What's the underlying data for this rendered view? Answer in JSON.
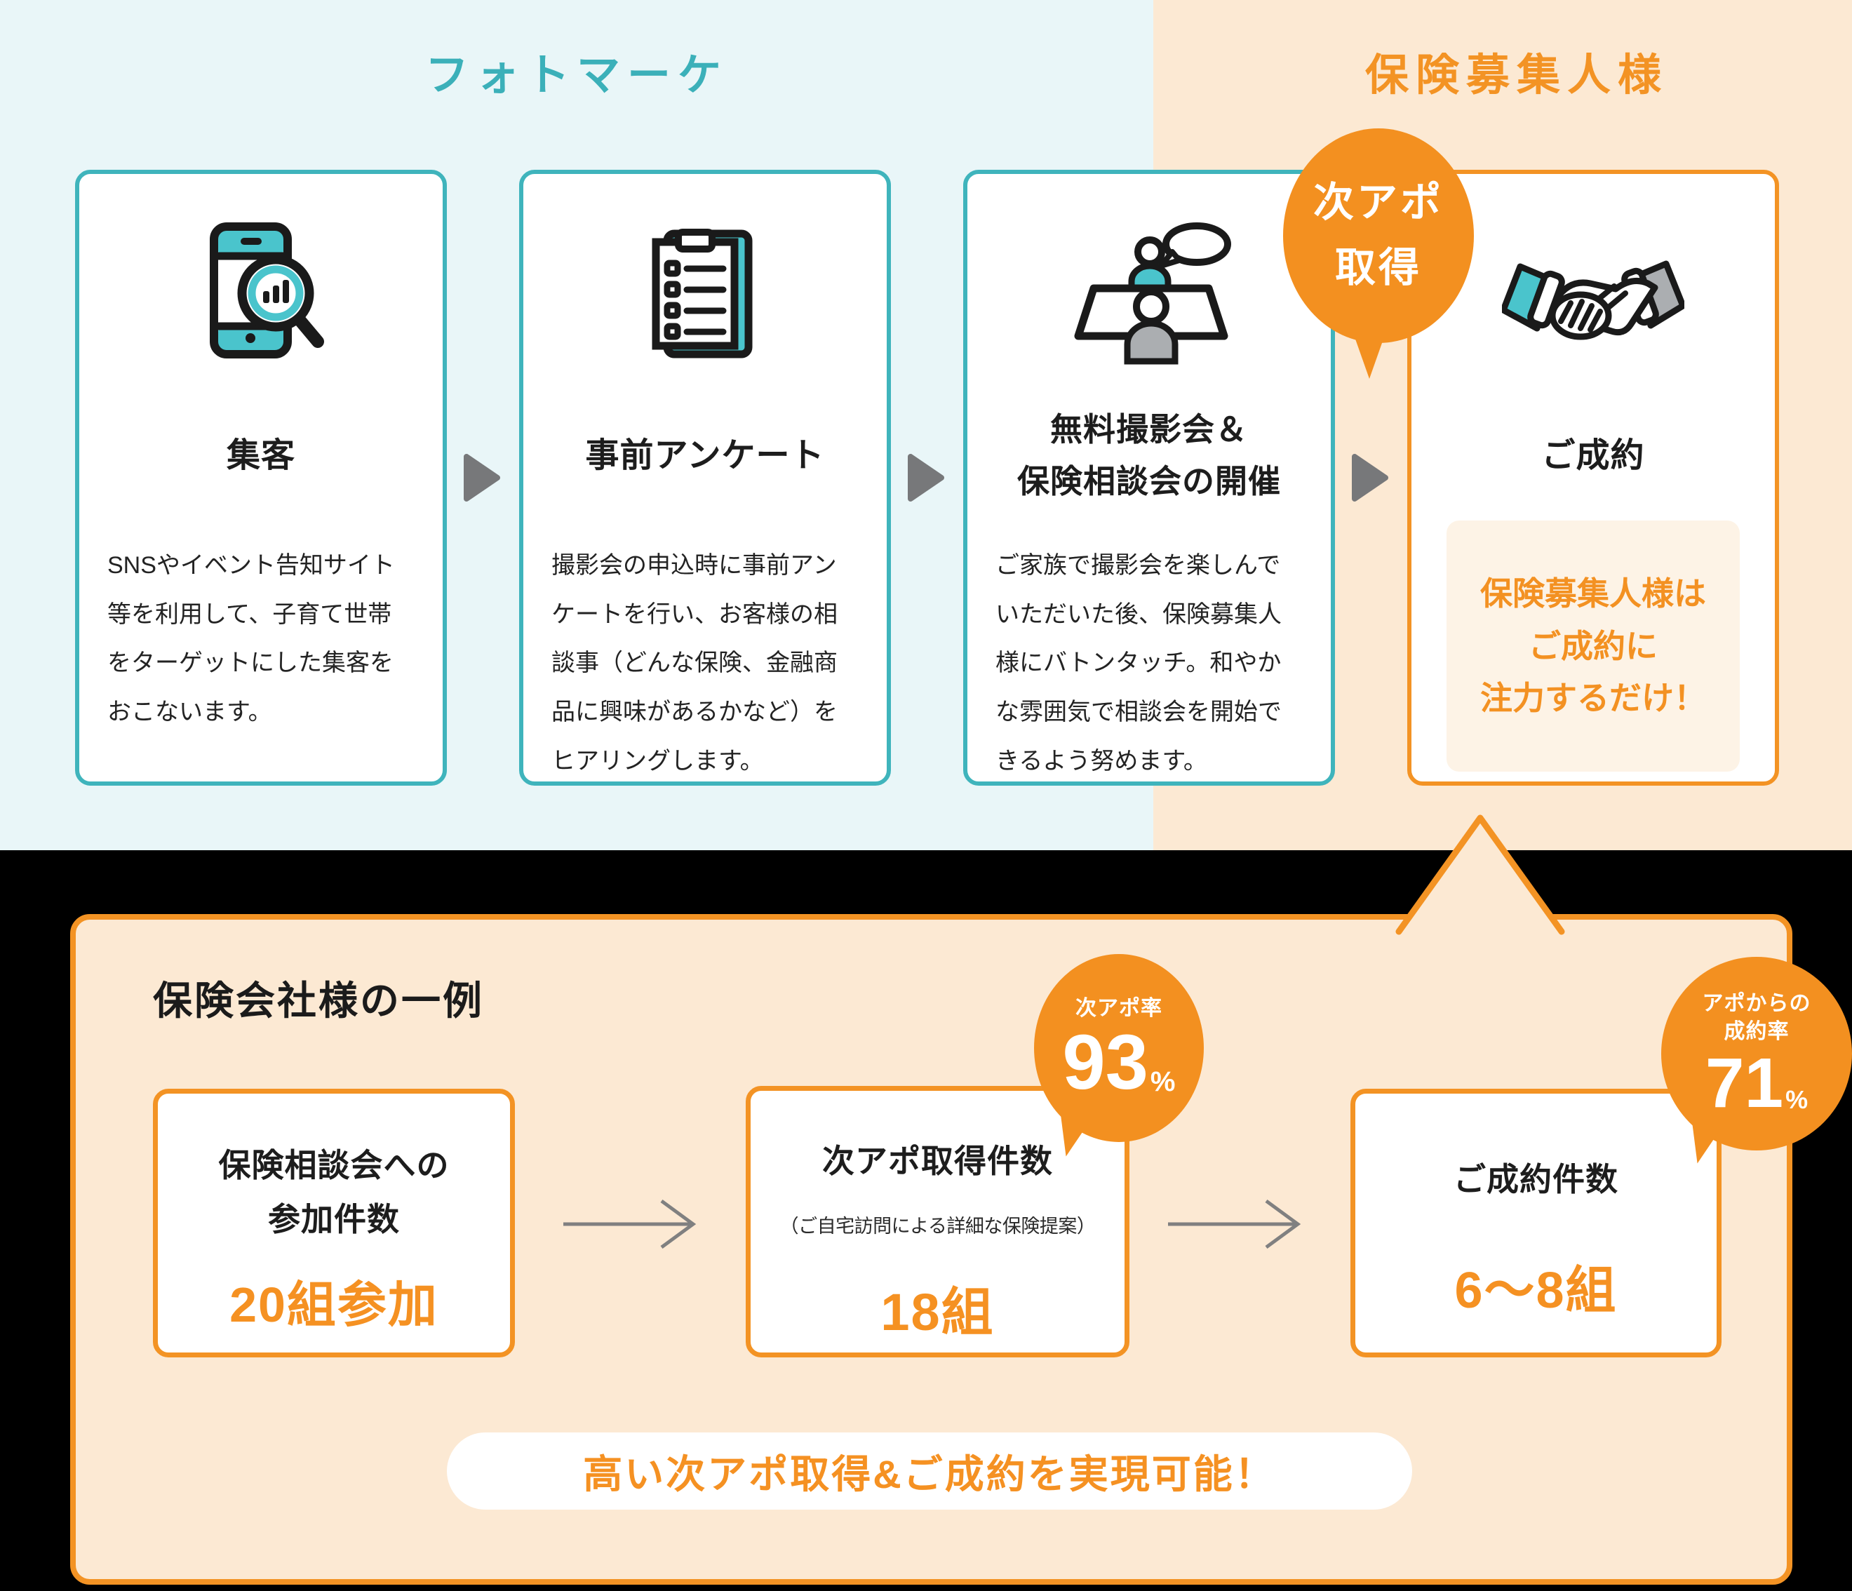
{
  "colors": {
    "teal_accent": "#3FB4BC",
    "teal_title": "#3BB0B9",
    "orange_accent": "#F39324",
    "orange_bubble": "#F39020",
    "orange_value_text": "#F59122",
    "light_blue_bg": "#E9F6F8",
    "peach_bg": "#FCE9D3",
    "highlight_box_bg": "#FDF3E6",
    "gray_arrow": "#77787A",
    "black_text": "#1D1D1D",
    "white": "#FFFFFF"
  },
  "top": {
    "left_title": "フォトマーケ",
    "right_title": "保険募集人様",
    "bubble": {
      "line1": "次アポ",
      "line2": "取得"
    },
    "cards": [
      {
        "icon": "smartphone-search-icon",
        "title": "集客",
        "body": "SNSやイベント告知サイト等を利用して、子育て世帯をターゲットにした集客をおこないます。"
      },
      {
        "icon": "survey-clipboard-icon",
        "title": "事前アンケート",
        "body": "撮影会の申込時に事前アンケートを行い、お客様の相談事（どんな保険、金融商品に興味があるかなど）をヒアリングします。"
      },
      {
        "icon": "photo-session-consultation-icon",
        "title_line1": "無料撮影会＆",
        "title_line2": "保険相談会の開催",
        "body": "ご家族で撮影会を楽しんでいただいた後、保険募集人様にバトンタッチ。和やかな雰囲気で相談会を開始できるよう努めます。"
      },
      {
        "icon": "handshake-icon",
        "title": "ご成約",
        "highlight_line1": "保険募集人様は",
        "highlight_line2": "ご成約に",
        "highlight_line3": "注力するだけ！"
      }
    ]
  },
  "panel": {
    "title": "保険会社様の一例",
    "steps": [
      {
        "title_line1": "保険相談会への",
        "title_line2": "参加件数",
        "value": "20組参加"
      },
      {
        "title": "次アポ取得件数",
        "subtitle": "（ご自宅訪問による詳細な保険提案）",
        "value": "18組"
      },
      {
        "title": "ご成約件数",
        "value": "6〜8組"
      }
    ],
    "badges": [
      {
        "label_line1": "次アポ率",
        "number": "93",
        "unit": "%"
      },
      {
        "label_line1": "アポからの",
        "label_line2": "成約率",
        "number": "71",
        "unit": "%"
      }
    ],
    "footer": "高い次アポ取得&ご成約を実現可能！"
  }
}
